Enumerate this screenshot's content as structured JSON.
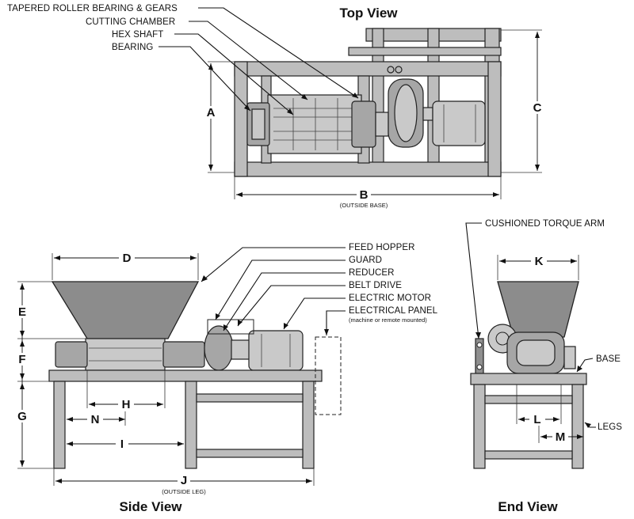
{
  "views": {
    "top": "Top View",
    "side": "Side View",
    "end": "End View"
  },
  "top_callouts": {
    "bearing_gears": "TAPERED ROLLER BEARING & GEARS",
    "cutting_chamber": "CUTTING CHAMBER",
    "hex_shaft": "HEX SHAFT",
    "bearing": "BEARING"
  },
  "side_callouts": {
    "feed_hopper": "FEED HOPPER",
    "guard": "GUARD",
    "reducer": "REDUCER",
    "belt_drive": "BELT DRIVE",
    "electric_motor": "ELECTRIC MOTOR",
    "electrical_panel": "ELECTRICAL PANEL",
    "electrical_panel_note": "(machine or remote mounted)"
  },
  "end_callouts": {
    "torque_arm": "CUSHIONED TORQUE ARM",
    "base": "BASE",
    "legs": "LEGS"
  },
  "dimensions": {
    "A": "A",
    "B": "B",
    "B_note": "(OUTSIDE BASE)",
    "C": "C",
    "D": "D",
    "E": "E",
    "F": "F",
    "G": "G",
    "H": "H",
    "I": "I",
    "J": "J",
    "J_note": "(OUTSIDE LEG)",
    "K": "K",
    "L": "L",
    "M": "M",
    "N": "N"
  }
}
